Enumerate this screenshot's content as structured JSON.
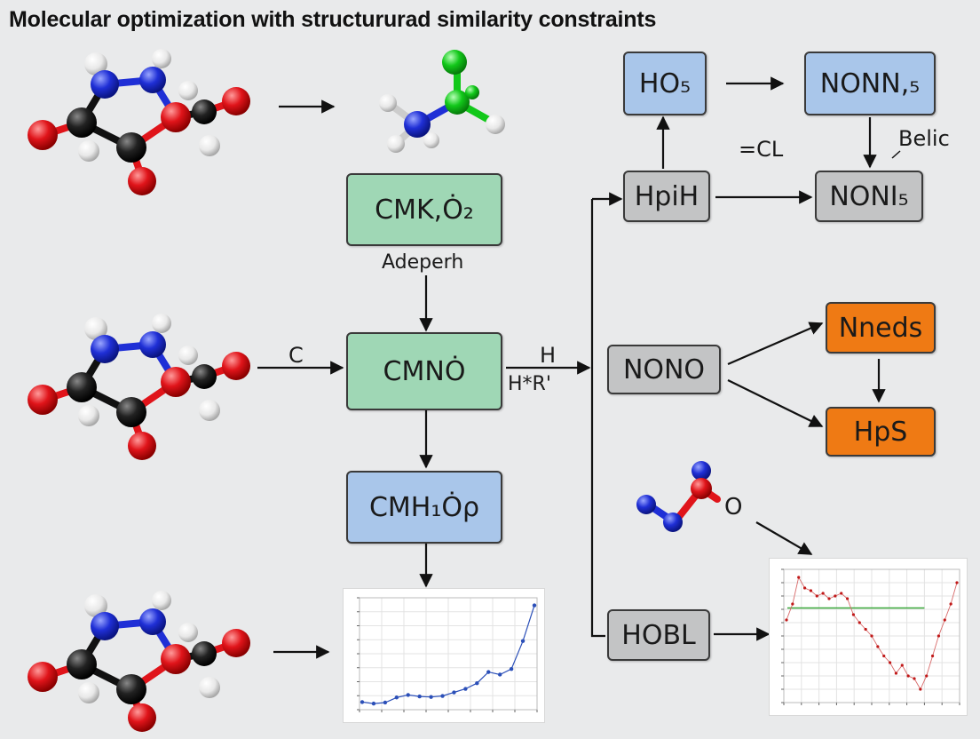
{
  "title": "Molecular optimization with structururad similarity constraints",
  "boxes": {
    "cmk": "CMK,Ȯ₂",
    "cmno": "CMNȮ",
    "cmh": "CMH₁Ȯρ",
    "ho5": "HO₅",
    "nonn5": "NONN,₅",
    "hpih": "HpiH",
    "noni5": "NONI₅",
    "nono": "NONO",
    "nneds": "Nneds",
    "hps": "HpS",
    "hobl": "HOBL"
  },
  "labels": {
    "adeperh": "Adeperh",
    "c": "C",
    "h": "H",
    "hr": "H*R'",
    "ecl": "=CL",
    "belic": "Belic",
    "o": "O"
  },
  "colors": {
    "green": "#9fd7b5",
    "blue": "#a9c6ea",
    "gray": "#c3c4c5",
    "orange": "#ef7a14",
    "carbon": "#111111",
    "oxygen": "#e0141a",
    "nitrogen": "#1f2fd6",
    "hydrogen": "#f2f2f2",
    "chlorine": "#12c81a"
  },
  "chart_data": [
    {
      "type": "line",
      "x": [
        0,
        1,
        2,
        3,
        4,
        5,
        6,
        7,
        8,
        9,
        10,
        11,
        12,
        13,
        14,
        15
      ],
      "values": [
        1.5,
        1.2,
        1.4,
        2.4,
        2.9,
        2.6,
        2.5,
        2.7,
        3.4,
        4.1,
        5.2,
        7.4,
        6.9,
        8.0,
        13.5,
        20.5
      ],
      "ylim": [
        0,
        22
      ]
    },
    {
      "type": "line",
      "x": [
        0,
        1,
        2,
        3,
        4,
        5,
        6,
        7,
        8,
        9,
        10,
        11,
        12,
        13,
        14,
        15,
        16,
        17,
        18,
        19,
        20,
        21,
        22,
        23,
        24,
        25,
        26,
        27,
        28
      ],
      "values": [
        0.62,
        0.74,
        0.94,
        0.86,
        0.84,
        0.8,
        0.82,
        0.78,
        0.8,
        0.82,
        0.78,
        0.66,
        0.6,
        0.55,
        0.5,
        0.42,
        0.35,
        0.3,
        0.22,
        0.28,
        0.2,
        0.18,
        0.1,
        0.2,
        0.35,
        0.5,
        0.62,
        0.74,
        0.9
      ],
      "reference": 0.71,
      "ylim": [
        0,
        1
      ]
    }
  ]
}
